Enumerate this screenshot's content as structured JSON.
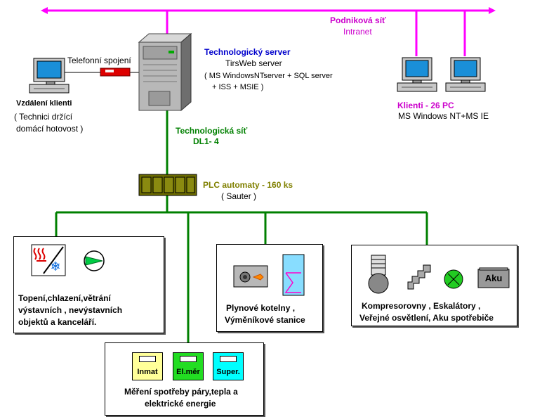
{
  "network": {
    "intranet_title": "Podniková síť",
    "intranet_subtitle": "Intranet",
    "tech_net_title": "Technologická síť",
    "tech_net_subtitle": "DL1- 4"
  },
  "server": {
    "title": "Technologický server",
    "subtitle": "TirsWeb server",
    "line1": "( MS WindowsNTserver +  SQL server",
    "line2": "+  ISS +  MSIE )"
  },
  "remote": {
    "phone_label": "Telefonní spojení",
    "title": "Vzdálení klienti",
    "line1": "( Technici držící",
    "line2": "domácí hotovost )"
  },
  "clients": {
    "title": "Klienti - 26 PC",
    "subtitle": "MS Windows NT+MS IE"
  },
  "plc": {
    "title": "PLC automaty - 160 ks",
    "subtitle": "( Sauter )"
  },
  "boxes": {
    "hvac": {
      "line1": "Topení,chlazení,větrání",
      "line2": "výstavních , nevýstavních",
      "line3": "objektů a kanceláří."
    },
    "boilers": {
      "line1": "Plynové kotelny ,",
      "line2": "Výměníkové stanice"
    },
    "compressors": {
      "line1": "Kompresorovny , Eskalátory ,",
      "line2": "Veřejné osvětlení, Aku spotřebiče",
      "aku_label": "Aku"
    },
    "metering": {
      "line1": "Měření spotřeby páry,tepla a",
      "line2": "elektrické energie",
      "meters": [
        "Inmat",
        "El.měr",
        "Super."
      ]
    }
  },
  "colors": {
    "intranet": "#ff00ff",
    "technet": "#008000",
    "server_title": "#0000cc",
    "plc_title": "#808000",
    "clients_title": "#cc00cc"
  }
}
